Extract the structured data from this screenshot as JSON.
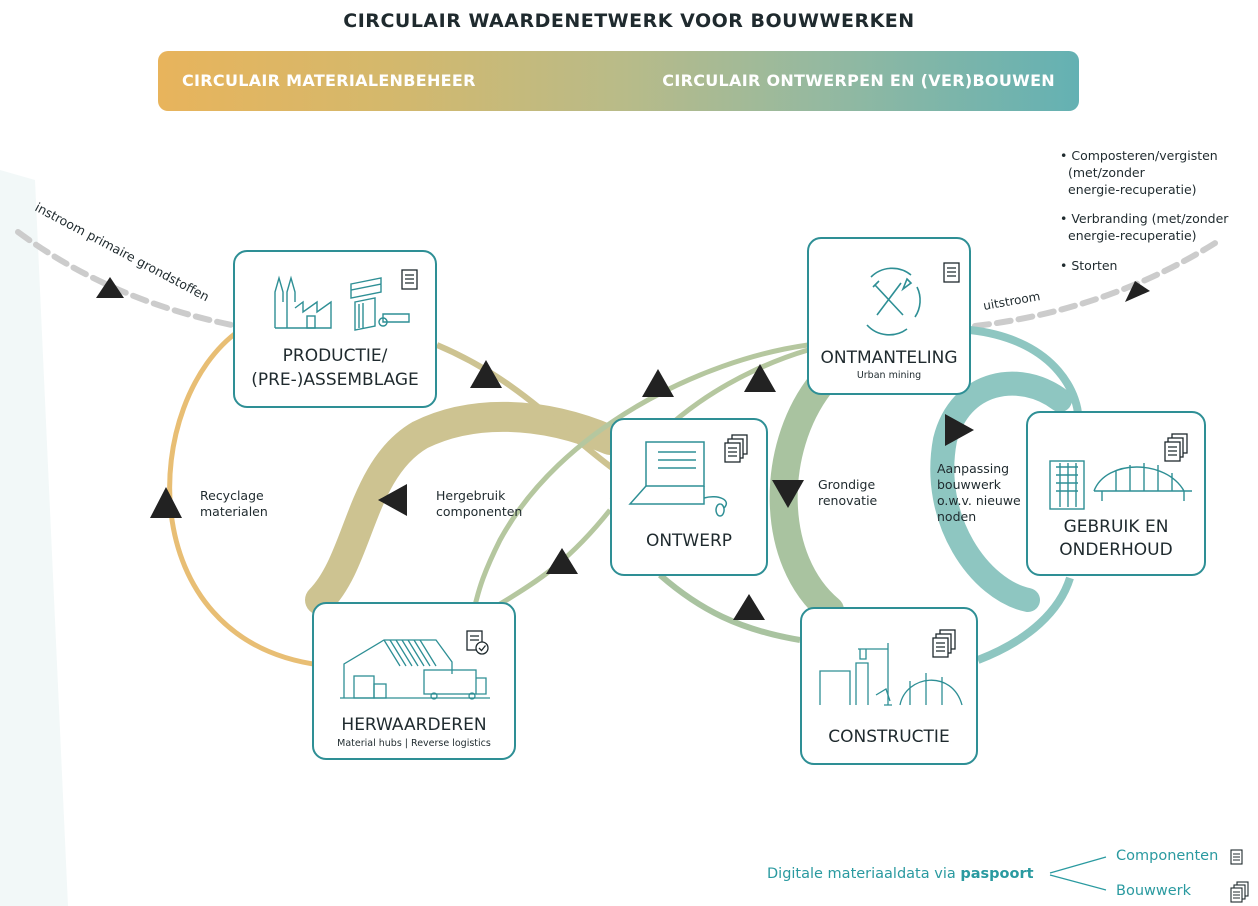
{
  "title": "CIRCULAIR WAARDENETWERK VOOR BOUWWERKEN",
  "banner": {
    "left": "CIRCULAIR MATERIALENBEHEER",
    "right": "CIRCULAIR ONTWERPEN EN (VER)BOUWEN"
  },
  "flows": {
    "inflow": "instroom primaire grondstoffen",
    "outflow": "uitstroom"
  },
  "nodes": {
    "production": {
      "label1": "PRODUCTIE/",
      "label2": "(PRE-)ASSEMBLAGE"
    },
    "dismantling": {
      "label": "ONTMANTELING",
      "sub": "Urban mining"
    },
    "design": {
      "label": "ONTWERP"
    },
    "use": {
      "label1": "GEBRUIK EN",
      "label2": "ONDERHOUD"
    },
    "revalue": {
      "label": "HERWAARDEREN",
      "sub": "Material hubs | Reverse logistics"
    },
    "construction": {
      "label": "CONSTRUCTIE"
    }
  },
  "loops": {
    "recycling": {
      "line1": "Recyclage",
      "line2": "materialen"
    },
    "reuse": {
      "line1": "Hergebruik",
      "line2": "componenten"
    },
    "renovation": {
      "line1": "Grondige",
      "line2": "renovatie"
    },
    "adaptation": {
      "line1": "Aanpassing",
      "line2": "bouwwerk",
      "line3": "o.w.v. nieuwe",
      "line4": "noden"
    }
  },
  "end_of_life": [
    {
      "line1": "• Composteren/vergisten",
      "line2": "(met/zonder",
      "line3": "energie-recuperatie)"
    },
    {
      "line1": "• Verbranding (met/zonder",
      "line2": "energie-recuperatie)"
    },
    {
      "line1": "• Storten"
    }
  ],
  "legend": {
    "prefix": "Digitale materiaaldata via ",
    "bold": "paspoort",
    "item1": "Componenten",
    "item2": "Bouwwerk"
  },
  "colors": {
    "orange": "#e8be74",
    "sand": "#cdc391",
    "sage": "#a9c3a0",
    "teal": "#8ec6c1",
    "accent": "#2e8f95",
    "arrow": "#222222"
  }
}
